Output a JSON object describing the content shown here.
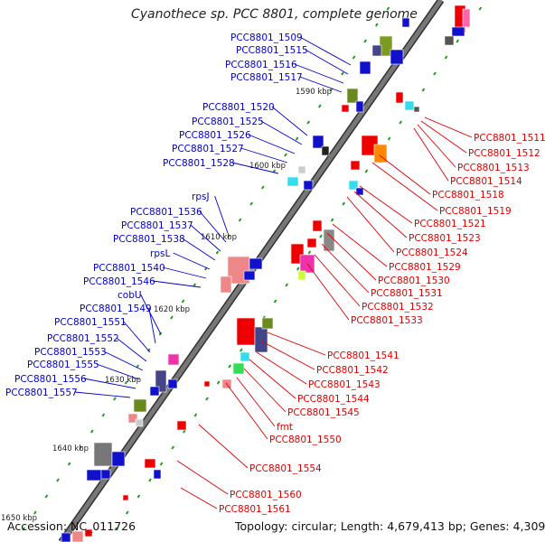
{
  "title": "Cyanothece sp. PCC 8801, complete genome",
  "footer": {
    "accession": "Accession: NC_011726",
    "topology": "Topology: circular; Length: 4,679,413 bp; Genes: 4,309"
  },
  "colors": {
    "left_labels": "#0000cc",
    "right_labels": "#dd0000",
    "backbone": "#777777",
    "ticks": "#229922"
  },
  "kbp_marks": [
    "1590 kbp",
    "1600 kbp",
    "1610 kbp",
    "1620 kbp",
    "1630 kbp",
    "1640 kbp",
    "1650 kbp"
  ],
  "left_genes": [
    "PCC8801_1509",
    "PCC8801_1515",
    "PCC8801_1516",
    "PCC8801_1517",
    "PCC8801_1520",
    "PCC8801_1525",
    "PCC8801_1526",
    "PCC8801_1527",
    "PCC8801_1528",
    "rpsJ",
    "PCC8801_1536",
    "PCC8801_1537",
    "PCC8801_1538",
    "rpsL",
    "PCC8801_1540",
    "PCC8801_1546",
    "cobU",
    "PCC8801_1549",
    "PCC8801_1551",
    "PCC8801_1552",
    "PCC8801_1553",
    "PCC8801_1555",
    "PCC8801_1556",
    "PCC8801_1557"
  ],
  "right_genes": [
    "PCC8801_1511",
    "PCC8801_1512",
    "PCC8801_1513",
    "PCC8801_1514",
    "PCC8801_1518",
    "PCC8801_1519",
    "PCC8801_1521",
    "PCC8801_1523",
    "PCC8801_1524",
    "PCC8801_1529",
    "PCC8801_1530",
    "PCC8801_1531",
    "PCC8801_1532",
    "PCC8801_1533",
    "PCC8801_1541",
    "PCC8801_1542",
    "PCC8801_1543",
    "PCC8801_1544",
    "PCC8801_1545",
    "fmt",
    "PCC8801_1550",
    "PCC8801_1554",
    "PCC8801_1560",
    "PCC8801_1561"
  ]
}
